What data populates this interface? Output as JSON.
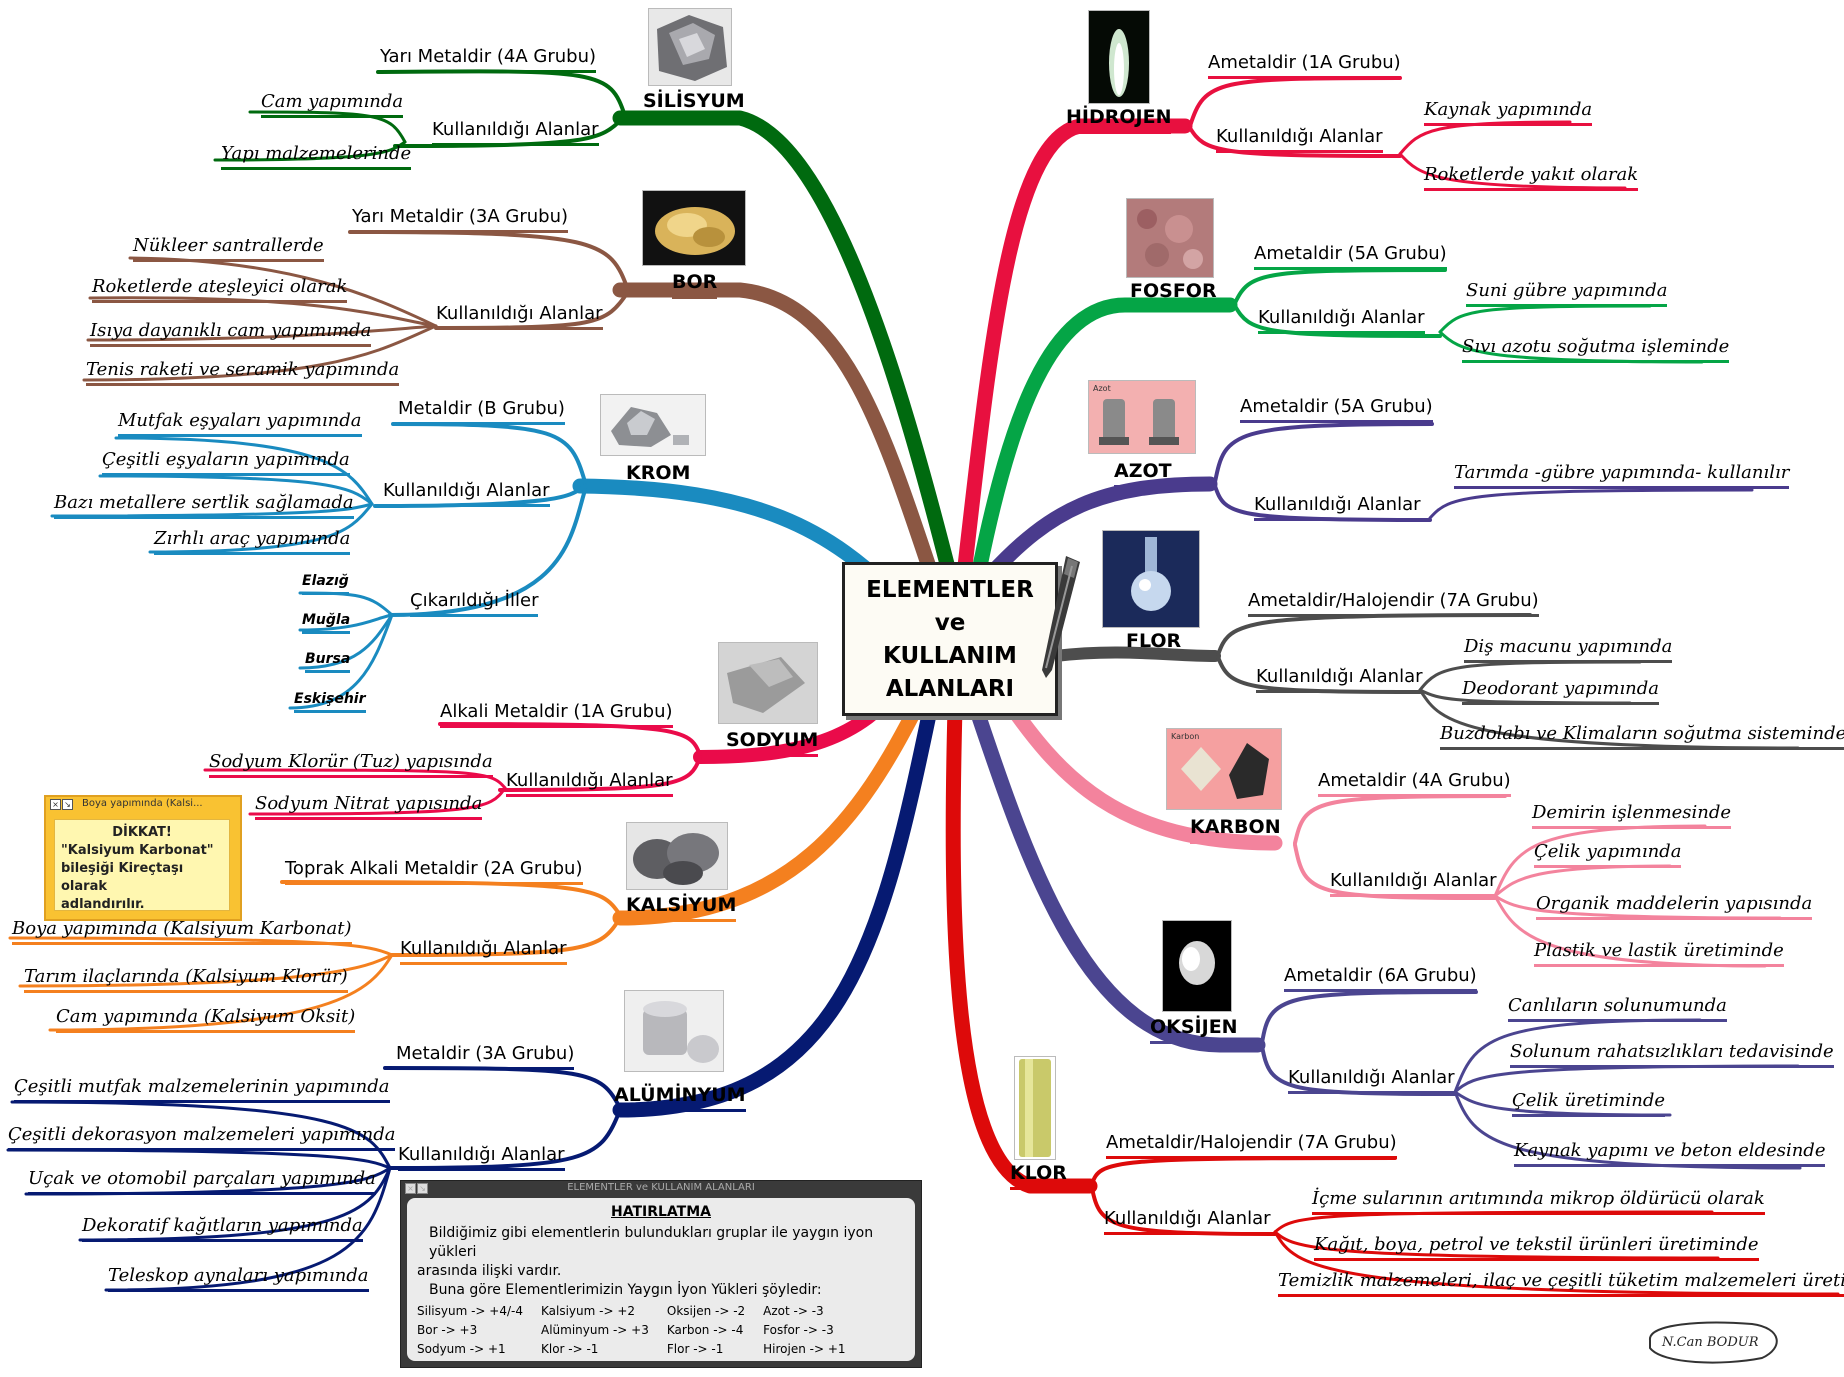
{
  "center": {
    "line1": "ELEMENTLER",
    "line2": "ve",
    "line3": "KULLANIM",
    "line4": "ALANLARI"
  },
  "silisyum": {
    "name": "SİLİSYUM",
    "type": "Yarı Metaldir (4A Grubu)",
    "uses_label": "Kullanıldığı Alanlar",
    "uses": [
      "Cam yapımında",
      "Yapı malzemelerinde"
    ],
    "color": "#006a0f"
  },
  "bor": {
    "name": "BOR",
    "type": "Yarı Metaldir (3A Grubu)",
    "uses_label": "Kullanıldığı Alanlar",
    "uses": [
      "Nükleer santrallerde",
      "Roketlerde ateşleyici olarak",
      "Isıya dayanıklı cam yapımımda",
      "Tenis raketi ve seramik yapımında"
    ],
    "color": "#8b5743"
  },
  "krom": {
    "name": "KROM",
    "type": "Metaldir (B Grubu)",
    "uses_label": "Kullanıldığı Alanlar",
    "uses": [
      "Mutfak eşyaları yapımında",
      "Çeşitli eşyaların yapımında",
      "Bazı metallere sertlik sağlamada",
      "Zırhlı araç yapımında"
    ],
    "cities_label": "Çıkarıldığı İller",
    "cities": [
      "Elazığ",
      "Muğla",
      "Bursa",
      "Eskişehir"
    ],
    "color": "#1a8bc0"
  },
  "sodyum": {
    "name": "SODYUM",
    "type": "Alkali Metaldir (1A Grubu)",
    "uses_label": "Kullanıldığı Alanlar",
    "uses": [
      "Sodyum Klorür (Tuz) yapısında",
      "Sodyum Nitrat yapısında"
    ],
    "color": "#ea0b4a"
  },
  "kalsiyum": {
    "name": "KALSİYUM",
    "type": "Toprak Alkali Metaldir (2A Grubu)",
    "uses_label": "Kullanıldığı Alanlar",
    "uses": [
      "Boya yapımında (Kalsiyum Karbonat)",
      "Tarım ilaçlarında (Kalsiyum Klorür)",
      "Cam yapımında (Kalsiyum Oksit)"
    ],
    "color": "#f4801f"
  },
  "aluminyum": {
    "name": "ALÜMİNYUM",
    "type": "Metaldir (3A Grubu)",
    "uses_label": "Kullanıldığı Alanlar",
    "uses": [
      "Çeşitli mutfak malzemelerinin yapımında",
      "Çeşitli dekorasyon malzemeleri yapımında",
      "Uçak ve otomobil parçaları yapımında",
      "Dekoratif kağıtların yapımında",
      "Teleskop aynaları yapımında"
    ],
    "color": "#061a72"
  },
  "hidrojen": {
    "name": "HİDROJEN",
    "type": "Ametaldir (1A Grubu)",
    "uses_label": "Kullanıldığı Alanlar",
    "uses": [
      "Kaynak yapımında",
      "Roketlerde yakıt olarak"
    ],
    "color": "#e8103f"
  },
  "fosfor": {
    "name": "FOSFOR",
    "type": "Ametaldir (5A Grubu)",
    "uses_label": "Kullanıldığı Alanlar",
    "uses": [
      "Suni gübre yapımında",
      "Sıvı azotu soğutma işleminde"
    ],
    "color": "#05a546"
  },
  "azot": {
    "name": "AZOT",
    "type": "Ametaldir (5A Grubu)",
    "uses_label": "Kullanıldığı Alanlar",
    "uses": [
      "Tarımda -gübre yapımında- kullanılır"
    ],
    "color": "#4a3b8d"
  },
  "flor": {
    "name": "FLOR",
    "type": "Ametaldir/Halojendir (7A Grubu)",
    "uses_label": "Kullanıldığı Alanlar",
    "uses": [
      "Diş macunu yapımında",
      "Deodorant yapımında",
      "Buzdolabı ve Klimaların soğutma sisteminde"
    ],
    "color": "#4d4d4d"
  },
  "karbon": {
    "name": "KARBON",
    "type": "Ametaldir (4A Grubu)",
    "uses_label": "Kullanıldığı Alanlar",
    "uses": [
      "Demirin işlenmesinde",
      "Çelik yapımında",
      "Organik maddelerin yapısında",
      "Plastik ve lastik üretiminde"
    ],
    "picture_label": "Karbon",
    "color": "#f3839d"
  },
  "oksijen": {
    "name": "OKSİJEN",
    "type": "Ametaldir (6A Grubu)",
    "uses_label": "Kullanıldığı Alanlar",
    "uses": [
      "Canlıların solunumunda",
      "Solunum rahatsızlıkları tedavisinde",
      "Çelik üretiminde",
      "Kaynak yapımı ve beton eldesinde"
    ],
    "color": "#4b4590"
  },
  "klor": {
    "name": "KLOR",
    "type": "Ametaldir/Halojendir (7A Grubu)",
    "uses_label": "Kullanıldığı Alanlar",
    "uses": [
      "İçme sularının arıtımında mikrop öldürücü olarak",
      "Kağıt, boya, petrol ve tekstil ürünleri üretiminde",
      "Temizlik malzemeleri, ilaç ve çeşitli tüketim malzemeleri üretiminde"
    ],
    "color": "#dd0a0a"
  },
  "azot_picture_label": "Azot",
  "note": {
    "title": "Boya yapımında (Kalsi...",
    "line1": "DİKKAT!",
    "line2": "\"Kalsiyum Karbonat\"",
    "line3": "bileşiği Kireçtaşı olarak",
    "line4": "adlandırılır."
  },
  "memo": {
    "window_title": "ELEMENTLER ve   KULLANIM ALANLARI",
    "title": "HATIRLATMA",
    "text1": "Bildiğimiz gibi elementlerin bulundukları gruplar ile yaygın iyon yükleri",
    "text2": "arasında ilişki vardır.",
    "text3": "Buna göre Elementlerimizin Yaygın İyon Yükleri şöyledir:",
    "rows": [
      [
        "Silisyum -> +4/-4",
        "Kalsiyum -> +2",
        "Oksijen -> -2",
        "Azot -> -3"
      ],
      [
        "Bor -> +3",
        "Alüminyum -> +3",
        "Karbon -> -4",
        "Fosfor -> -3"
      ],
      [
        "Sodyum -> +1",
        "Klor -> -1",
        "Flor -> -1",
        "Hirojen -> +1"
      ]
    ]
  },
  "signature": "N.Can BODUR"
}
